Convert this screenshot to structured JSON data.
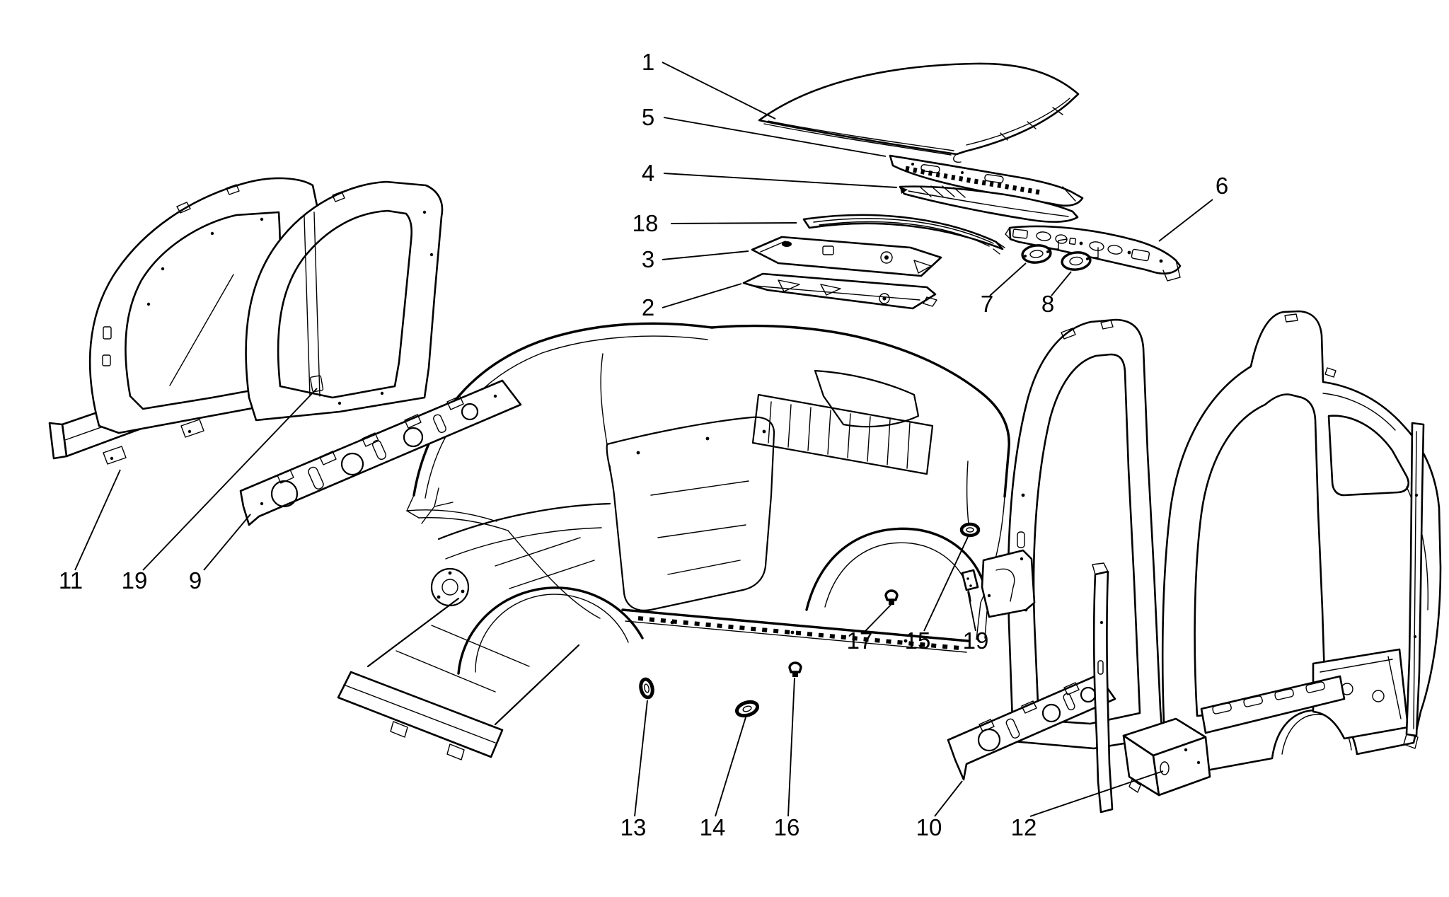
{
  "figure": {
    "kind": "exploded-parts-line-diagram",
    "background_color": "#ffffff",
    "line_color": "#000000",
    "label_color": "#000000"
  },
  "callouts": [
    {
      "num": "1"
    },
    {
      "num": "5"
    },
    {
      "num": "4"
    },
    {
      "num": "18"
    },
    {
      "num": "3"
    },
    {
      "num": "2"
    },
    {
      "num": "6"
    },
    {
      "num": "7"
    },
    {
      "num": "8"
    },
    {
      "num": "11"
    },
    {
      "num": "19"
    },
    {
      "num": "9"
    },
    {
      "num": "13"
    },
    {
      "num": "14"
    },
    {
      "num": "16"
    },
    {
      "num": "17"
    },
    {
      "num": "15"
    },
    {
      "num": "19"
    },
    {
      "num": "10"
    },
    {
      "num": "12"
    }
  ]
}
